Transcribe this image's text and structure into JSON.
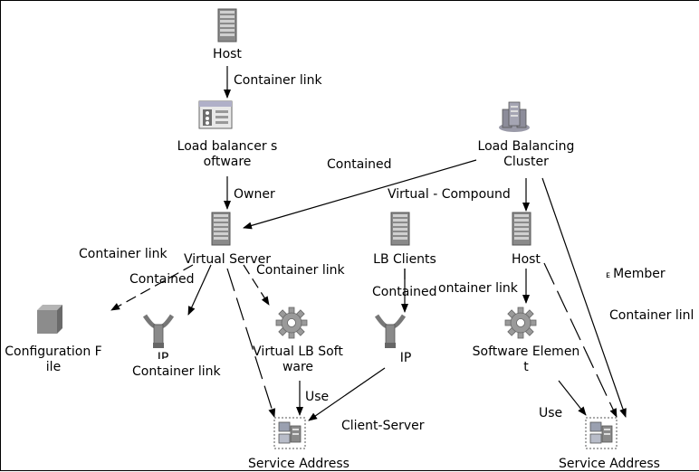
{
  "nodes": {
    "host_top": {
      "label": [
        "Host"
      ],
      "icon": "server-icon"
    },
    "lb_software": {
      "label": [
        "Load balancer s",
        "oftware"
      ],
      "icon": "load-balancer-software-icon"
    },
    "lb_cluster": {
      "label": [
        "Load Balancing",
        "Cluster"
      ],
      "icon": "cluster-icon"
    },
    "virtual_server": {
      "label": [
        "Virtual Server"
      ],
      "icon": "server-icon"
    },
    "lb_clients": {
      "label": [
        "LB Clients"
      ],
      "icon": "server-icon"
    },
    "host_right": {
      "label": [
        "Host"
      ],
      "icon": "server-icon"
    },
    "config_file": {
      "label": [
        "Configuration F",
        "ile"
      ],
      "icon": "configuration-file-icon"
    },
    "ip_left": {
      "label": [
        "IP"
      ],
      "icon": "ip-icon"
    },
    "virtual_lb_software": {
      "label": [
        "Virtual LB Soft",
        "ware"
      ],
      "icon": "gear-icon"
    },
    "ip_mid": {
      "label": [
        "IP"
      ],
      "icon": "ip-icon"
    },
    "software_element": {
      "label": [
        "Software Elemen",
        "t"
      ],
      "icon": "gear-icon"
    },
    "service_address_left": {
      "label": [
        "Service Address"
      ],
      "icon": "service-address-icon"
    },
    "service_address_right": {
      "label": [
        "Service Address"
      ],
      "icon": "service-address-icon"
    }
  },
  "edge_labels": {
    "host_to_lbs": "Container link",
    "lbs_to_vs": "Owner",
    "cluster_contained": "Contained",
    "cluster_virtual": "Virtual - Compound",
    "cluster_member": "Member",
    "cluster_container_right": "Container linl",
    "vs_container_left": "Container link",
    "vs_contained": "Contained",
    "vs_container_right": "Container link",
    "ip_container": "Container link",
    "clients_contained": "Contained",
    "hostr_container": "ontainer link",
    "use_left": "Use",
    "client_server": "Client-Server",
    "use_right": "Use"
  }
}
